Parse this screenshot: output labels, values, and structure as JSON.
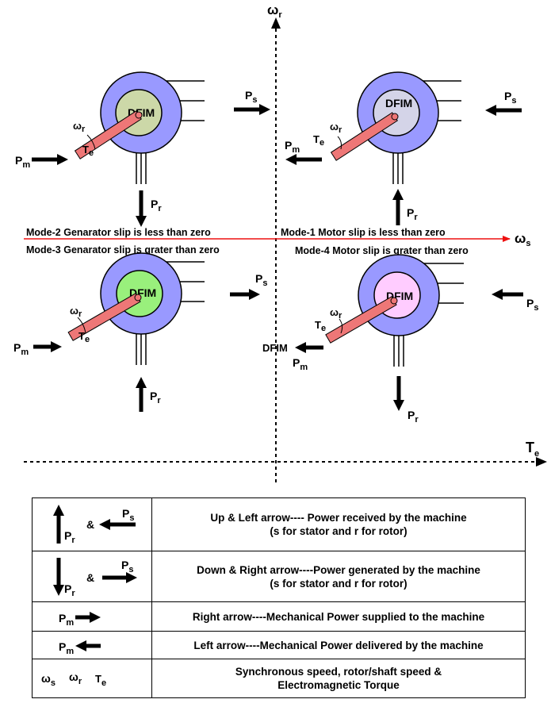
{
  "axes": {
    "vertical_label": "ω",
    "vertical_sub": "r",
    "horizontal_red_label": "ω",
    "horizontal_red_sub": "s",
    "bottom_label": "T",
    "bottom_sub": "e"
  },
  "machine_label": "DFIM",
  "symbols": {
    "Pm": "P",
    "m": "m",
    "Ps": "P",
    "s": "s",
    "Pr": "P",
    "r": "r",
    "Te": "T",
    "e": "e",
    "wr": "ω"
  },
  "modes": {
    "mode2": "Mode-2 Genarator  slip is less than zero",
    "mode3": "Mode-3 Genarator   slip is grater than zero",
    "mode1": "Mode-1 Motor   slip is less than zero",
    "mode4": "Mode-4 Motor   slip is grater than zero"
  },
  "stray_label": "DFIM",
  "legend": {
    "amp": "&",
    "rows": [
      {
        "line1": "Up & Left arrow---- Power received by the machine",
        "line2": "(s for stator and r for rotor)"
      },
      {
        "line1": "Down & Right arrow----Power generated by the machine",
        "line2": "(s for stator and r for rotor)"
      },
      {
        "line1": "Right arrow----Mechanical Power supplied to the machine",
        "line2": ""
      },
      {
        "line1": "Left arrow----Mechanical Power delivered by the machine",
        "line2": ""
      },
      {
        "line1": "Synchronous speed, rotor/shaft speed &",
        "line2": "Electromagnetic Torque"
      }
    ]
  },
  "colors": {
    "outer_ring": "#9999ff",
    "q1_inner": "#d4d4e8",
    "q2_inner": "#ccd8a8",
    "q3_inner": "#99f07c",
    "q4_inner": "#ffccff",
    "shaft": "#ee7777",
    "axis_red": "#ee1111"
  }
}
